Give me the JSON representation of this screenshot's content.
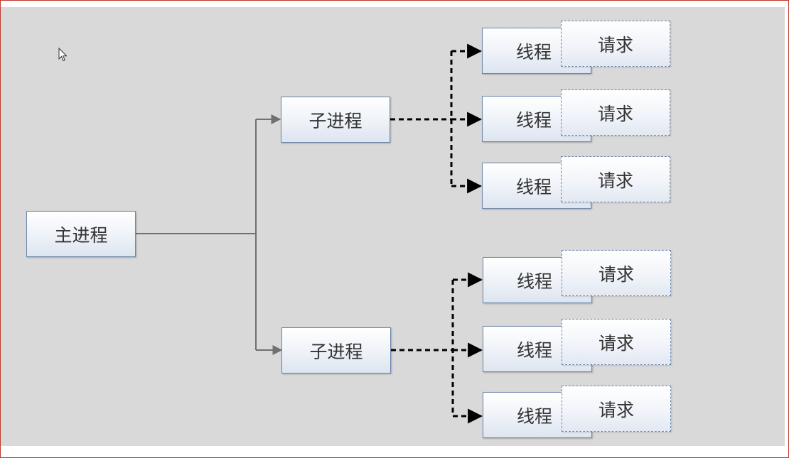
{
  "diagram": {
    "main_process": "主进程",
    "child_processes": [
      {
        "label": "子进程",
        "threads": [
          {
            "label": "线程",
            "request": "请求"
          },
          {
            "label": "线程",
            "request": "请求"
          },
          {
            "label": "线程",
            "request": "请求"
          }
        ]
      },
      {
        "label": "子进程",
        "threads": [
          {
            "label": "线程",
            "request": "请求"
          },
          {
            "label": "线程",
            "request": "请求"
          },
          {
            "label": "线程",
            "request": "请求"
          }
        ]
      }
    ]
  },
  "colors": {
    "background": "#d9d9d9",
    "box_border": "#6e86ad",
    "solid_connector": "#707070",
    "dashed_connector": "#000000",
    "frame_border": "#c0392b"
  }
}
